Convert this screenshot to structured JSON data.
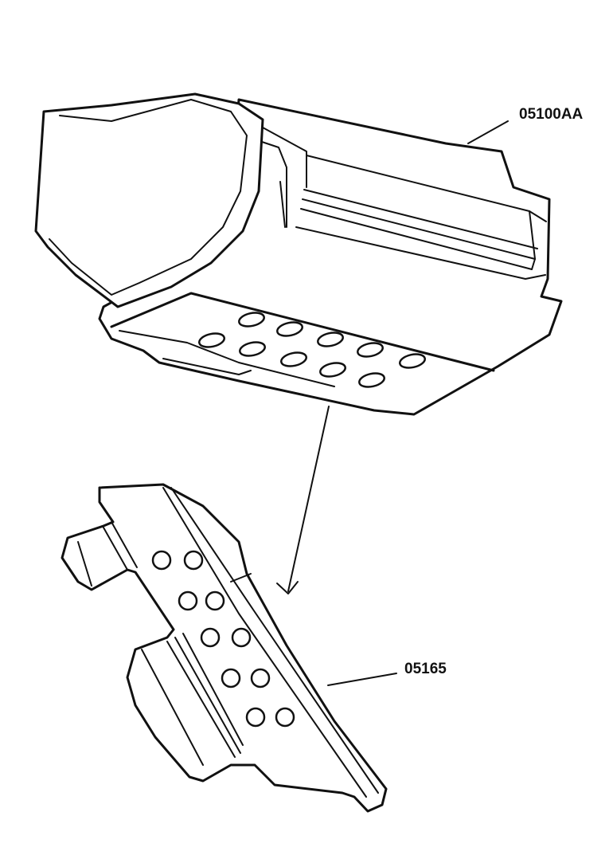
{
  "diagram": {
    "parts": [
      {
        "id": "upper-assembly",
        "label": "05100AA"
      },
      {
        "id": "bottom-plate",
        "label": "05165"
      }
    ],
    "line_color": "#111111",
    "background_color": "#ffffff"
  }
}
